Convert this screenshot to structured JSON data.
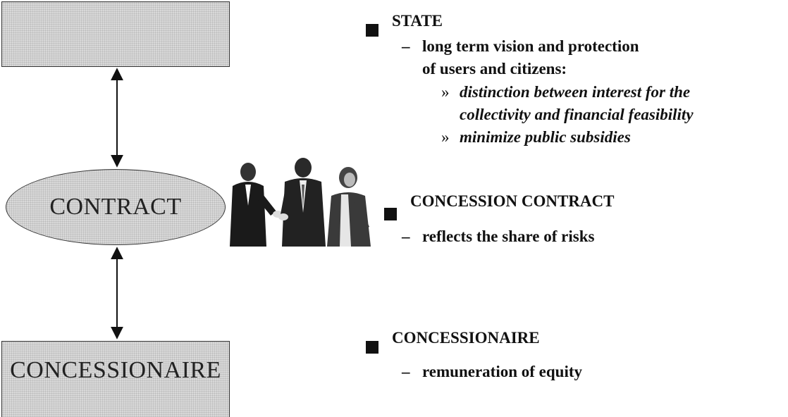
{
  "diagram": {
    "top_box_label": "",
    "contract_label": "CONTRACT",
    "bottom_box_label": "CONCESSIONAIRE"
  },
  "sections": [
    {
      "heading": "STATE",
      "items": [
        {
          "text_lines": [
            "long term vision and protection",
            "of users and citizens:"
          ],
          "subitems": [
            {
              "lines": [
                "distinction between interest for the",
                "collectivity and financial feasibility"
              ]
            },
            {
              "lines": [
                "minimize public subsidies"
              ]
            }
          ]
        }
      ]
    },
    {
      "heading": "CONCESSION CONTRACT",
      "items": [
        {
          "text_lines": [
            "reflects the share of risks"
          ]
        }
      ]
    },
    {
      "heading": "CONCESSIONAIRE",
      "items": [
        {
          "text_lines": [
            "remuneration of equity"
          ]
        }
      ]
    }
  ],
  "glyphs": {
    "dash": "–",
    "subbullet": "»"
  },
  "colors": {
    "box_fill": "#d9d9d9",
    "stipple": "#b9b9b9",
    "text": "#111111"
  },
  "icons": [
    "business-people-clipart",
    "double-arrow-icon",
    "square-bullet-icon"
  ]
}
